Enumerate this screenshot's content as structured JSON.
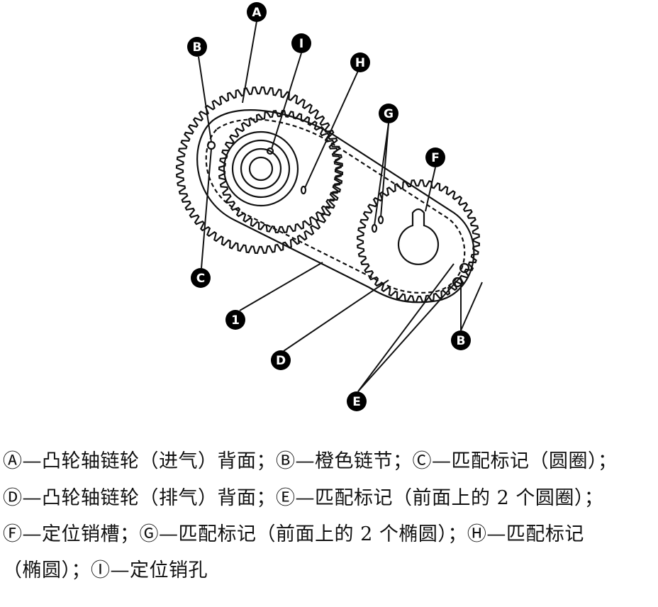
{
  "callouts": {
    "A": "A",
    "B": "B",
    "C": "C",
    "D": "D",
    "E": "E",
    "F": "F",
    "G": "G",
    "H": "H",
    "I": "I",
    "one": "1"
  },
  "caption": {
    "line1": "Ⓐ—凸轮轴链轮（进气）背面；Ⓑ—橙色链节；Ⓒ—匹配标记（圆圈）；",
    "line2": "Ⓓ—凸轮轴链轮（排气）背面；Ⓔ—匹配标记（前面上的 2 个圆圈）；",
    "line3": "Ⓕ—定位销槽；Ⓖ—匹配标记（前面上的 2 个椭圆）；Ⓗ—匹配标记",
    "line4": "（椭圆）；Ⓘ—定位销孔"
  }
}
